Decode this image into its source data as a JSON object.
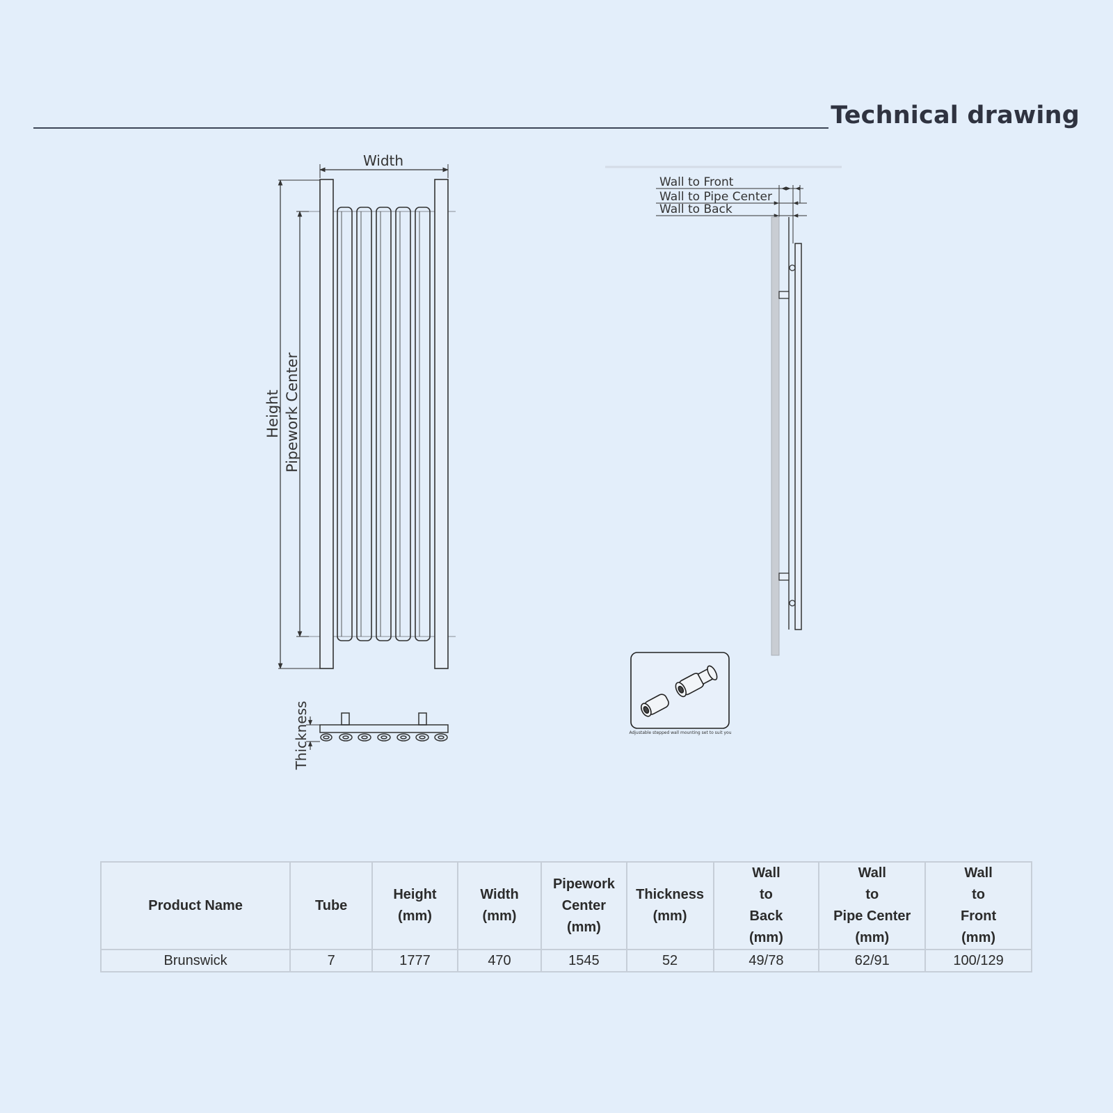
{
  "header": {
    "title": "Technical drawing"
  },
  "drawing": {
    "front_view": {
      "width_label": "Width",
      "height_label": "Height",
      "pipework_label": "Pipework Center"
    },
    "plan_view": {
      "thickness_label": "Thickness"
    },
    "side_view": {
      "wall_to_front": "Wall to Front",
      "wall_to_pipe_center": "Wall to Pipe Center",
      "wall_to_back": "Wall to Back"
    },
    "bracket": {
      "caption": "Adjustable stepped wall mounting set to suit you"
    }
  },
  "table": {
    "headers": [
      "Product Name",
      "Tube",
      "Height\n(mm)",
      "Width\n(mm)",
      "Pipework\nCenter\n(mm)",
      "Thickness\n(mm)",
      "Wall\nto\nBack\n(mm)",
      "Wall\nto\nPipe Center\n(mm)",
      "Wall\nto\nFront\n(mm)"
    ],
    "rows": [
      [
        "Brunswick",
        "7",
        "1777",
        "470",
        "1545",
        "52",
        "49/78",
        "62/91",
        "100/129"
      ]
    ]
  },
  "colors": {
    "background": "#e3eefa",
    "line": "#3c4556",
    "title": "#2f3340"
  }
}
